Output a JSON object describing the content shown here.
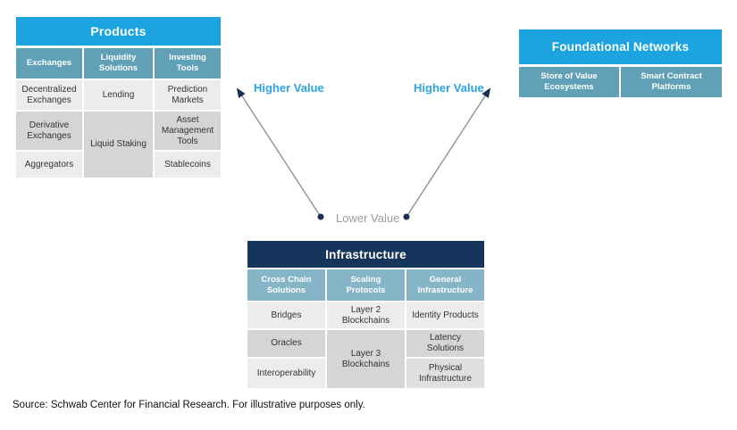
{
  "products": {
    "title": "Products",
    "columns": [
      "Exchanges",
      "Liquidity Solutions",
      "Investing Tools"
    ],
    "cells": [
      "Decentralized Exchanges",
      "Lending",
      "Prediction Markets",
      "Derivative Exchanges",
      "Liquid Staking",
      "Asset Management Tools",
      "Aggregators",
      "Stablecoins"
    ]
  },
  "foundational": {
    "title": "Foundational Networks",
    "columns": [
      "Store of Value Ecosystems",
      "Smart Contract Platforms"
    ]
  },
  "infrastructure": {
    "title": "Infrastructure",
    "columns": [
      "Cross Chain Solutions",
      "Scaling Protocols",
      "General Infrastructure"
    ],
    "cells": [
      "Bridges",
      "Layer 2 Blockchains",
      "Identity Products",
      "Oracles",
      "Layer 3 Blockchains",
      "Latency Solutions",
      "Interoperability",
      "Physical Infrastructure"
    ]
  },
  "labels": {
    "higher_left": "Higher Value",
    "higher_right": "Higher Value",
    "lower": "Lower Value"
  },
  "source": "Source: Schwab Center for Financial Research. For illustrative purposes only.",
  "colors": {
    "header_blue": "#1ba4e0",
    "header_navy": "#15355c",
    "subheader_teal": "#61a1b8",
    "subheader_teal_light": "#85b5c7",
    "cell_light": "#ececec",
    "cell_dark": "#d5d5d5",
    "higher_value_text": "#2ea3e3",
    "lower_value_text": "#9b9b9b",
    "arrow_line": "#8a93a3",
    "arrow_head": "#1b2f55"
  }
}
